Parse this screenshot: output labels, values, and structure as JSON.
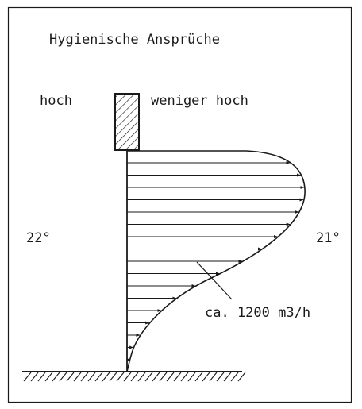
{
  "title": "Hygienische Ansprüche",
  "left_label": "hoch",
  "right_label": "weniger hoch",
  "left_temperature": "22°",
  "right_temperature": "21°",
  "flow_label": "ca. 1200 m3/h",
  "colors": {
    "ink": "#1a1a1a",
    "background": "#ffffff"
  }
}
